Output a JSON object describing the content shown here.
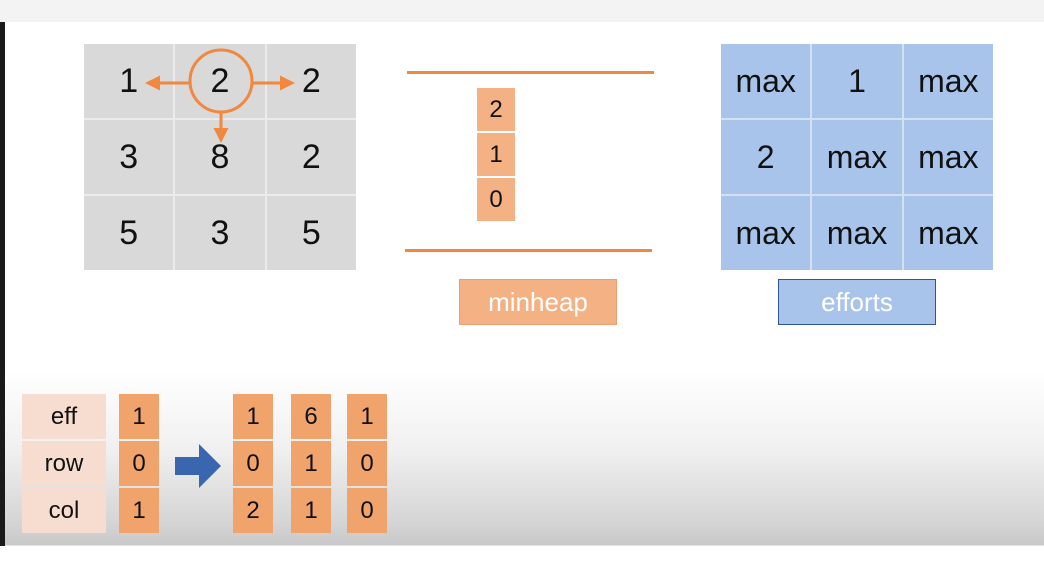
{
  "grid": {
    "rows": [
      [
        "1",
        "2",
        "2"
      ],
      [
        "3",
        "8",
        "2"
      ],
      [
        "5",
        "3",
        "5"
      ]
    ]
  },
  "minheap": {
    "label": "minheap",
    "stack": [
      "2",
      "1",
      "0"
    ]
  },
  "efforts": {
    "label": "efforts",
    "rows": [
      [
        "max",
        "1",
        "max"
      ],
      [
        "2",
        "max",
        "max"
      ],
      [
        "max",
        "max",
        "max"
      ]
    ]
  },
  "legend": {
    "labels": [
      "eff",
      "row",
      "col"
    ],
    "current": [
      "1",
      "0",
      "1"
    ],
    "results": [
      [
        "1",
        "0",
        "2"
      ],
      [
        "6",
        "1",
        "1"
      ],
      [
        "1",
        "0",
        "0"
      ]
    ]
  },
  "colors": {
    "accent_orange": "#f0883e",
    "heap_fill": "#f4b183",
    "efforts_fill": "#a9c4ea",
    "efforts_border": "#2f5597",
    "grid_fill": "#d9d9d9",
    "arrow_blue": "#3a66b0"
  }
}
